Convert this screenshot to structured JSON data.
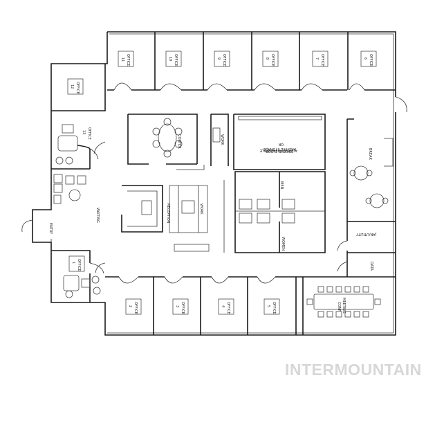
{
  "plan": {
    "offices_top": [
      {
        "name": "OFFICE",
        "num": "11"
      },
      {
        "name": "OFFICE",
        "num": "10"
      },
      {
        "name": "OFFICE",
        "num": "9"
      },
      {
        "name": "OFFICE",
        "num": "8"
      },
      {
        "name": "OFFICE",
        "num": "7"
      },
      {
        "name": "OFFICE",
        "num": "6"
      }
    ],
    "offices_bottom": [
      {
        "name": "OFFICE",
        "num": "2"
      },
      {
        "name": "OFFICE",
        "num": "3"
      },
      {
        "name": "OFFICE",
        "num": "4"
      },
      {
        "name": "OFFICE",
        "num": "5"
      }
    ],
    "office_12": {
      "name": "OFFICE",
      "num": "12"
    },
    "office_13": {
      "name": "OFFICE",
      "num": "13"
    },
    "office_1": {
      "name": "OFFICE",
      "num": "1"
    },
    "labels": {
      "entry": "ENTRY",
      "waiting": "WAITING",
      "reception": "RECEPTION",
      "work_center": "WORK",
      "work_top": "WORK",
      "confer": "CONFER",
      "archive_line1": "ARCHIVE STORAGE",
      "archive_line2": "OR",
      "archive_line3": "ACCESS TO POSSIBLE",
      "archive_line4": "SECOND FLOOR",
      "men": "MEN",
      "women": "WOMEN",
      "break": "BREAK",
      "janitor": "JAN/UTILITY",
      "data": "DATA",
      "meeting_line1": "MEETING",
      "meeting_line2": "CONF"
    },
    "watermark": "INTERMOUNTAIN"
  }
}
